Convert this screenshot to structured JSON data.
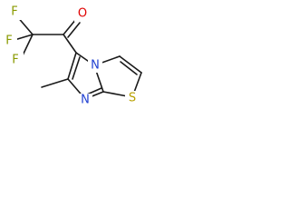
{
  "molecule": {
    "atoms": {
      "f1": "F",
      "f2": "F",
      "f3": "F",
      "o": "O",
      "n_bridge": "N",
      "n_ring": "N",
      "s": "S"
    }
  },
  "colors": {
    "bond": "#1a1a1a",
    "fluorine": "#8a9a00",
    "oxygen": "#e00000",
    "nitrogen": "#1f3fd1",
    "sulfur": "#b8a000"
  }
}
